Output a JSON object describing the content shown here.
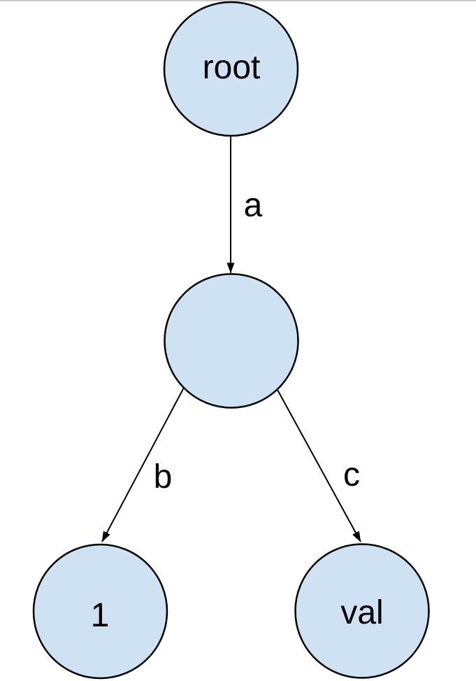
{
  "diagram": {
    "title": "tree-diagram",
    "colors": {
      "node_fill": "#cfe2f3",
      "node_stroke": "#000000",
      "edge_stroke": "#000000",
      "top_rule": "#cccccc",
      "background": "#ffffff"
    },
    "nodes": [
      {
        "id": "root",
        "label": "root"
      },
      {
        "id": "middle",
        "label": ""
      },
      {
        "id": "leaf-1",
        "label": "1"
      },
      {
        "id": "leaf-val",
        "label": "val"
      }
    ],
    "edges": [
      {
        "from": "root",
        "to": "middle",
        "label": "a"
      },
      {
        "from": "middle",
        "to": "leaf-1",
        "label": "b"
      },
      {
        "from": "middle",
        "to": "leaf-val",
        "label": "c"
      }
    ]
  }
}
